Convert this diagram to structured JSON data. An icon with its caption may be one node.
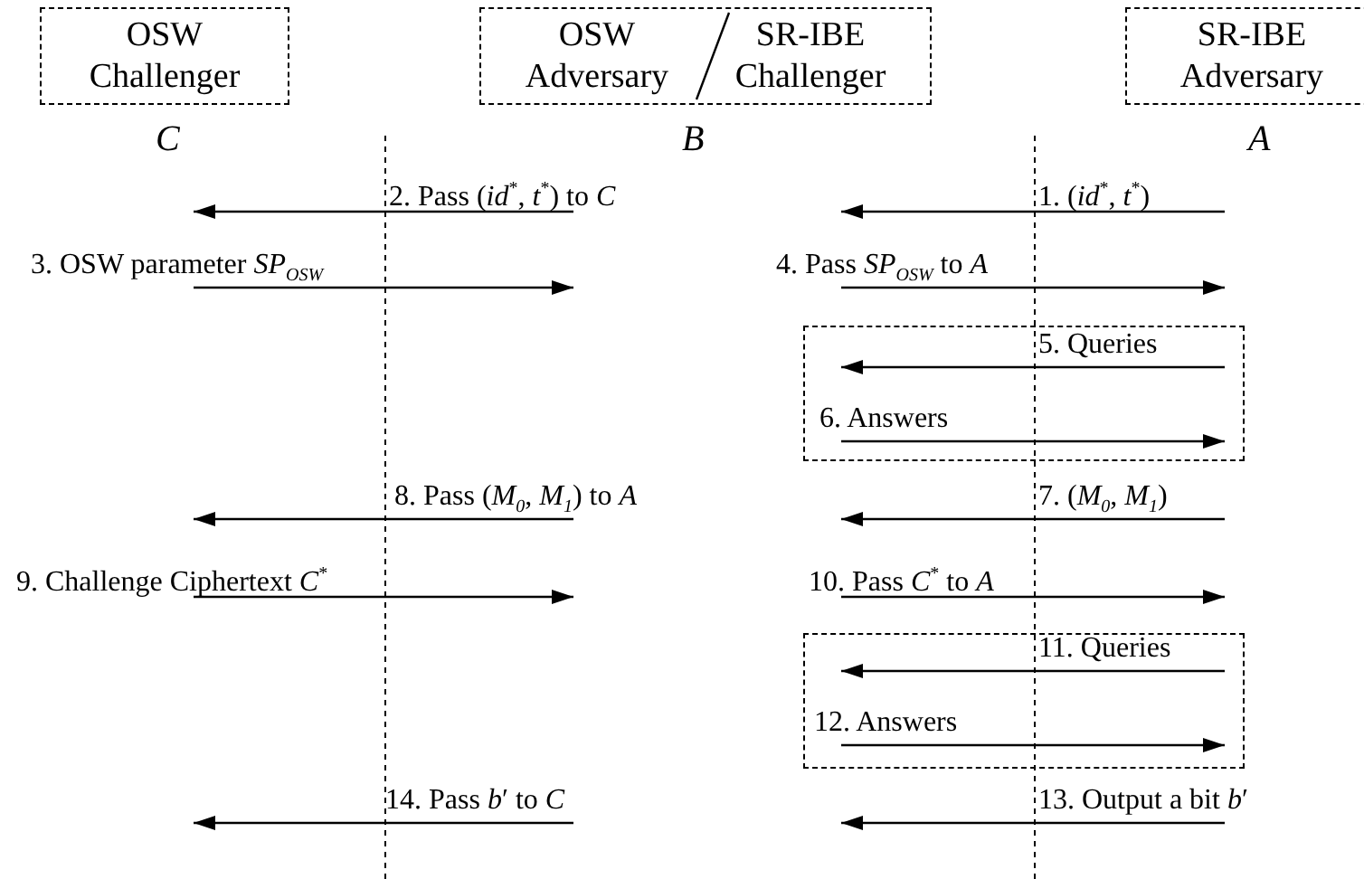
{
  "diagram": {
    "nodes": [
      {
        "text": [
          "OSW Challenger"
        ],
        "beside": [
          "C"
        ]
      },
      {
        "text": [
          "OSW Adversary",
          "SR-IBE Challenger"
        ],
        "beside": [
          "B"
        ]
      },
      {
        "text": [
          "SR-IBE Adversary"
        ],
        "beside": [
          "A"
        ]
      },
      {
        "text": [],
        "shape": "box"
      },
      {
        "text": [],
        "shape": "box"
      }
    ],
    "labels": [
      "2. Pass (*id*$^{*}$, *t*$^{*}$) to *C*",
      "1. (*id*$^{*}$, *t*$^{*}$)",
      "3. OSW parameter *SP*$_{OSW}$",
      "4. Pass *SP*$_{OSW}$ to *A*",
      "5. Queries",
      "6. Answers",
      "8. Pass (*M*$_{0}$, *M*$_{1}$) to *A*",
      "7. (*M*$_{0}$, *M*$_{1}$)",
      "9. Challenge Ciphertext *C*$^{*}$",
      "10. Pass *C*$^{*}$ to *A*",
      "11. Queries",
      "12. Answers",
      "14. Pass *b*′ to *C*",
      "13. Output a bit *b*′"
    ]
  }
}
